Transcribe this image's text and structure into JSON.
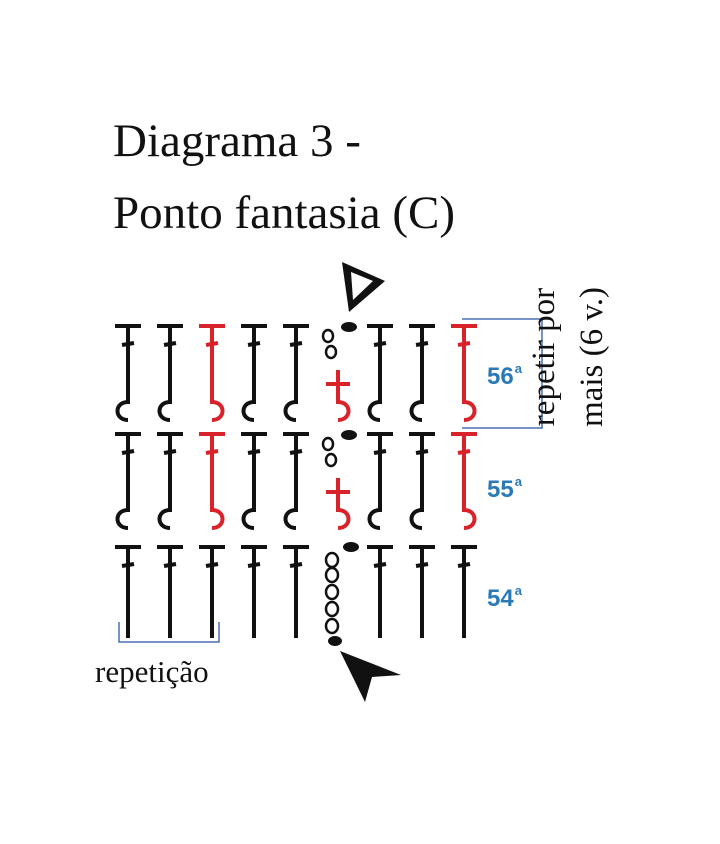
{
  "title": {
    "line1": "Diagrama 3 -",
    "line2": "Ponto fantasia (C)"
  },
  "rows": [
    {
      "number": "56",
      "suffix": "a"
    },
    {
      "number": "55",
      "suffix": "a"
    },
    {
      "number": "54",
      "suffix": "a"
    }
  ],
  "repeat_note": {
    "line1": "repetir por",
    "line2": "mais (6 v.)"
  },
  "repeat_label": "repetição",
  "colors": {
    "stitch": "#111111",
    "accent_stitch": "#d8232a",
    "row_number": "#2a7ab8",
    "bracket": "#4a6fb0",
    "text": "#111111"
  },
  "icons": [
    "start-arrow-icon-hollow",
    "end-arrow-icon-filled"
  ]
}
